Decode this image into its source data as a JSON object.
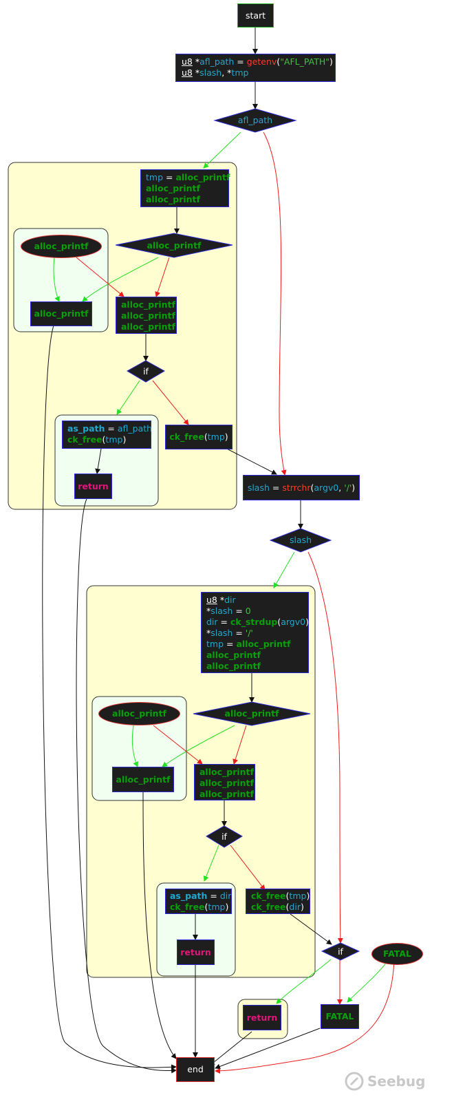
{
  "nodes": {
    "start": "start",
    "decl1": [
      [
        {
          "t": "u8",
          "c": "kw-type"
        },
        {
          "t": " *",
          "c": "plain"
        },
        {
          "t": "afl_path",
          "c": "kw-cyan"
        },
        {
          "t": " = ",
          "c": "plain"
        },
        {
          "t": "getenv",
          "c": "kw-red"
        },
        {
          "t": "(",
          "c": "plain"
        },
        {
          "t": "\"AFL_PATH\"",
          "c": "kw-str"
        },
        {
          "t": ")",
          "c": "plain"
        }
      ],
      [
        {
          "t": "u8",
          "c": "kw-type"
        },
        {
          "t": " *",
          "c": "plain"
        },
        {
          "t": "slash",
          "c": "kw-cyan"
        },
        {
          "t": ", *",
          "c": "plain"
        },
        {
          "t": "tmp",
          "c": "kw-cyan"
        }
      ]
    ],
    "cond_afl_path": "afl_path",
    "block_a1": [
      [
        {
          "t": "tmp",
          "c": "kw-cyan"
        },
        {
          "t": " = ",
          "c": "plain"
        },
        {
          "t": "alloc_printf",
          "c": "kw-green"
        }
      ],
      [
        {
          "t": "alloc_printf",
          "c": "kw-green"
        }
      ],
      [
        {
          "t": "alloc_printf",
          "c": "kw-green"
        }
      ]
    ],
    "oval_a": "alloc_printf",
    "diamond_a": "alloc_printf",
    "box_a_left": "alloc_printf",
    "block_a2": [
      [
        {
          "t": "alloc_printf",
          "c": "kw-green"
        }
      ],
      [
        {
          "t": "alloc_printf",
          "c": "kw-green"
        }
      ],
      [
        {
          "t": "alloc_printf",
          "c": "kw-green"
        }
      ]
    ],
    "if_a": "if",
    "block_a_true": [
      [
        {
          "t": "as_path",
          "c": "kw-cyanb"
        },
        {
          "t": " = ",
          "c": "plain"
        },
        {
          "t": "afl_path",
          "c": "kw-cyan"
        }
      ],
      [
        {
          "t": "ck_free",
          "c": "kw-green"
        },
        {
          "t": "(",
          "c": "plain"
        },
        {
          "t": "tmp",
          "c": "kw-cyan"
        },
        {
          "t": ")",
          "c": "plain"
        }
      ]
    ],
    "block_a_false": [
      [
        {
          "t": "ck_free",
          "c": "kw-green"
        },
        {
          "t": "(",
          "c": "plain"
        },
        {
          "t": "tmp",
          "c": "kw-cyan"
        },
        {
          "t": ")",
          "c": "plain"
        }
      ]
    ],
    "return_a": "return",
    "slash_assign": [
      [
        {
          "t": "slash",
          "c": "kw-cyan"
        },
        {
          "t": " = ",
          "c": "plain"
        },
        {
          "t": "strrchr",
          "c": "kw-red"
        },
        {
          "t": "(",
          "c": "plain"
        },
        {
          "t": "argv0",
          "c": "kw-cyan"
        },
        {
          "t": ", ",
          "c": "plain"
        },
        {
          "t": "'/'",
          "c": "kw-str"
        },
        {
          "t": ")",
          "c": "plain"
        }
      ]
    ],
    "cond_slash": "slash",
    "block_b1": [
      [
        {
          "t": "u8",
          "c": "kw-type"
        },
        {
          "t": " *",
          "c": "plain"
        },
        {
          "t": "dir",
          "c": "kw-cyan"
        }
      ],
      [
        {
          "t": "*",
          "c": "plain"
        },
        {
          "t": "slash",
          "c": "kw-cyan"
        },
        {
          "t": " = ",
          "c": "plain"
        },
        {
          "t": "0",
          "c": "kw-str"
        }
      ],
      [
        {
          "t": "dir",
          "c": "kw-cyan"
        },
        {
          "t": " = ",
          "c": "plain"
        },
        {
          "t": "ck_strdup",
          "c": "kw-green"
        },
        {
          "t": "(",
          "c": "plain"
        },
        {
          "t": "argv0",
          "c": "kw-cyan"
        },
        {
          "t": ")",
          "c": "plain"
        }
      ],
      [
        {
          "t": "*",
          "c": "plain"
        },
        {
          "t": "slash",
          "c": "kw-cyan"
        },
        {
          "t": " = ",
          "c": "plain"
        },
        {
          "t": "'/'",
          "c": "kw-str"
        }
      ],
      [
        {
          "t": "tmp",
          "c": "kw-cyan"
        },
        {
          "t": " = ",
          "c": "plain"
        },
        {
          "t": "alloc_printf",
          "c": "kw-green"
        }
      ],
      [
        {
          "t": "alloc_printf",
          "c": "kw-green"
        }
      ],
      [
        {
          "t": "alloc_printf",
          "c": "kw-green"
        }
      ]
    ],
    "oval_b": "alloc_printf",
    "diamond_b": "alloc_printf",
    "box_b_left": "alloc_printf",
    "block_b2": [
      [
        {
          "t": "alloc_printf",
          "c": "kw-green"
        }
      ],
      [
        {
          "t": "alloc_printf",
          "c": "kw-green"
        }
      ],
      [
        {
          "t": "alloc_printf",
          "c": "kw-green"
        }
      ]
    ],
    "if_b": "if",
    "block_b_true": [
      [
        {
          "t": "as_path",
          "c": "kw-cyanb"
        },
        {
          "t": " = ",
          "c": "plain"
        },
        {
          "t": "dir",
          "c": "kw-cyan"
        }
      ],
      [
        {
          "t": "ck_free",
          "c": "kw-green"
        },
        {
          "t": "(",
          "c": "plain"
        },
        {
          "t": "tmp",
          "c": "kw-cyan"
        },
        {
          "t": ")",
          "c": "plain"
        }
      ]
    ],
    "block_b_false": [
      [
        {
          "t": "ck_free",
          "c": "kw-green"
        },
        {
          "t": "(",
          "c": "plain"
        },
        {
          "t": "tmp",
          "c": "kw-cyan"
        },
        {
          "t": ")",
          "c": "plain"
        }
      ],
      [
        {
          "t": "ck_free",
          "c": "kw-green"
        },
        {
          "t": "(",
          "c": "plain"
        },
        {
          "t": "dir",
          "c": "kw-cyan"
        },
        {
          "t": ")",
          "c": "plain"
        }
      ]
    ],
    "return_b": "return",
    "if_c": "if",
    "fatal_oval": "FATAL",
    "return_c": "return",
    "fatal_box": "FATAL",
    "end": "end"
  },
  "watermark": "Seebug",
  "colors": {
    "true_edge": "#22e022",
    "false_edge": "#ee1a1a",
    "plain_edge": "#111111",
    "node_fill": "#1e1e1e",
    "cluster_yellow": "#fffed0",
    "cluster_green": "#f0fff0"
  }
}
